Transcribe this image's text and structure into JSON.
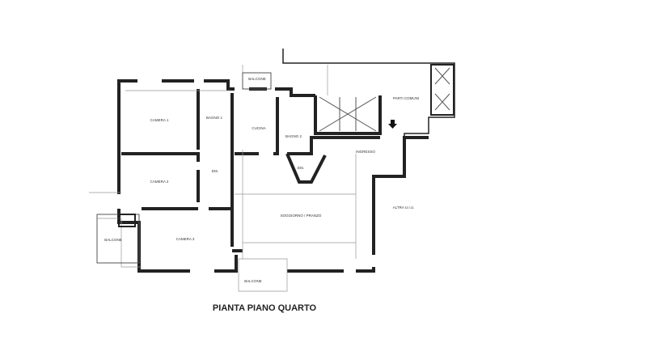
{
  "plan": {
    "title": "PIANTA PIANO QUARTO",
    "rooms": {
      "camera1": "CAMERA 1",
      "camera2": "CAMERA 2",
      "camera3": "CAMERA 3",
      "bagno1": "BAGNO 1",
      "bagno2": "BAGNO 2",
      "cucina": "CUCINA",
      "dis1": "DIS.",
      "dis2": "DIS.",
      "soggiorno": "SOGGIORNO / PRANZO",
      "ingresso": "INGRESSO",
      "parti_comuni": "PARTI COMUNI",
      "altra_ui": "ALTRA U.I.U.",
      "balcone_top": "BALCONE",
      "balcone_left": "BALCONE",
      "balcone_bottom": "BALCONE"
    }
  }
}
